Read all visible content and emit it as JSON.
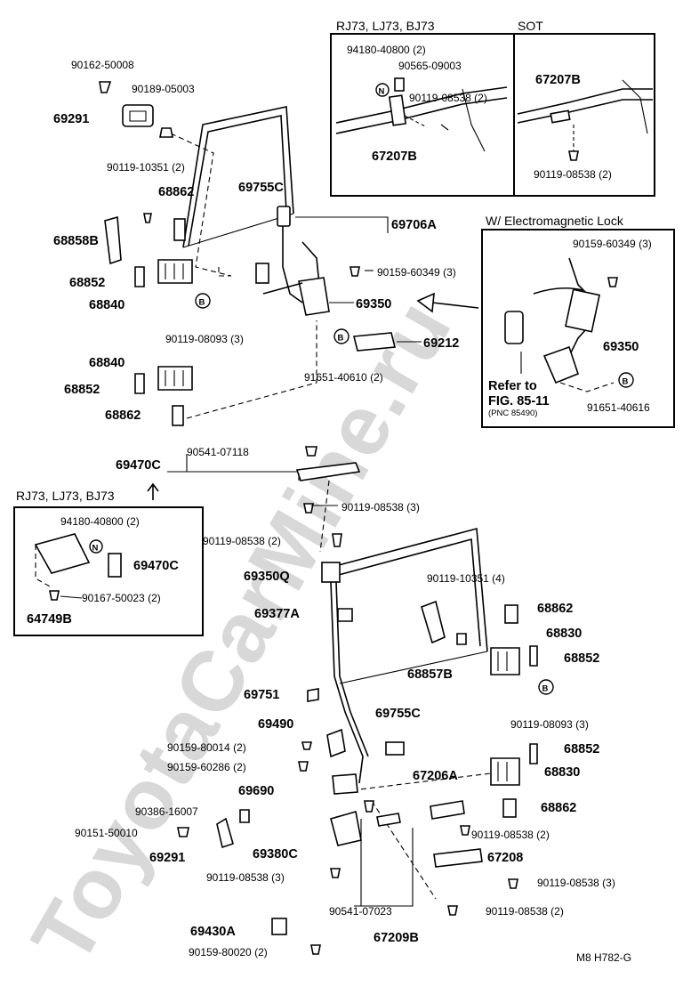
{
  "watermark": "ToyotaCarMine.ru",
  "footer_code": "M8  H782-G",
  "insets": {
    "rj73_sot_header_left": "RJ73, LJ73, BJ73",
    "rj73_sot_header_right": "SOT",
    "electro_header": "W/ Electromagnetic Lock",
    "lower_rj73_header": "RJ73, LJ73, BJ73",
    "refer_line1": "Refer to",
    "refer_line2": "FIG. 85-11",
    "refer_line3": "(PNC 85490)"
  },
  "labels": {
    "p90162_50008": "90162-50008",
    "p90189_05003": "90189-05003",
    "p69291_top": "69291",
    "p90119_10351_2": "90119-10351 (2)",
    "p68862_a": "68862",
    "p69755c_a": "69755C",
    "p69706a": "69706A",
    "p68858b": "68858B",
    "p90159_60349_3": "90159-60349 (3)",
    "p68852_a": "68852",
    "p68840_a": "68840",
    "p69350_a": "69350",
    "p90119_08093_3_a": "90119-08093 (3)",
    "p69212": "69212",
    "p68840_b": "68840",
    "p68852_b": "68852",
    "p91651_40610_2": "91651-40610 (2)",
    "p68862_b": "68862",
    "i_94180_40800": "94180-40800 (2)",
    "i_90565_09003": "90565-09003",
    "i_90119_08538_2": "90119-08538 (2)",
    "i_67207b_a": "67207B",
    "i_67207b_b": "67207B",
    "i_90119_08538_2b": "90119-08538 (2)",
    "e_90159_60349_3": "90159-60349 (3)",
    "e_69350": "69350",
    "e_91651_40616": "91651-40616",
    "p90541_07118": "90541-07118",
    "p69470c": "69470C",
    "p90119_08538_3": "90119-08538 (3)",
    "l_94180_40800": "94180-40800 (2)",
    "l_69470c": "69470C",
    "l_90167_50023": "90167-50023 (2)",
    "l_64749b": "64749B",
    "p90119_08538_2_m": "90119-08538 (2)",
    "p69350q": "69350Q",
    "p90119_10351_4": "90119-10351 (4)",
    "p68862_c": "68862",
    "p69377a": "69377A",
    "p68830_a": "68830",
    "p68852_c": "68852",
    "p68857b": "68857B",
    "p69751": "69751",
    "p69755c_b": "69755C",
    "p90119_08093_3_b": "90119-08093 (3)",
    "p69490": "69490",
    "p90159_80014": "90159-80014 (2)",
    "p68852_d": "68852",
    "p90159_60286": "90159-60286 (2)",
    "p68830_b": "68830",
    "p67206a": "67206A",
    "p69690": "69690",
    "p68862_d": "68862",
    "p90386_16007": "90386-16007",
    "p90151_50010": "90151-50010",
    "p90119_08538_2_n": "90119-08538 (2)",
    "p69291_low": "69291",
    "p69380c": "69380C",
    "p67208": "67208",
    "p90119_08538_3_low": "90119-08538 (3)",
    "p90119_08538_3_r": "90119-08538 (3)",
    "p90541_07023": "90541-07023",
    "p90119_08538_2_o": "90119-08538 (2)",
    "p67209b": "67209B",
    "p69430a": "69430A",
    "p90159_80020": "90159-80020 (2)"
  },
  "markers": {
    "b": "B",
    "n": "N"
  }
}
